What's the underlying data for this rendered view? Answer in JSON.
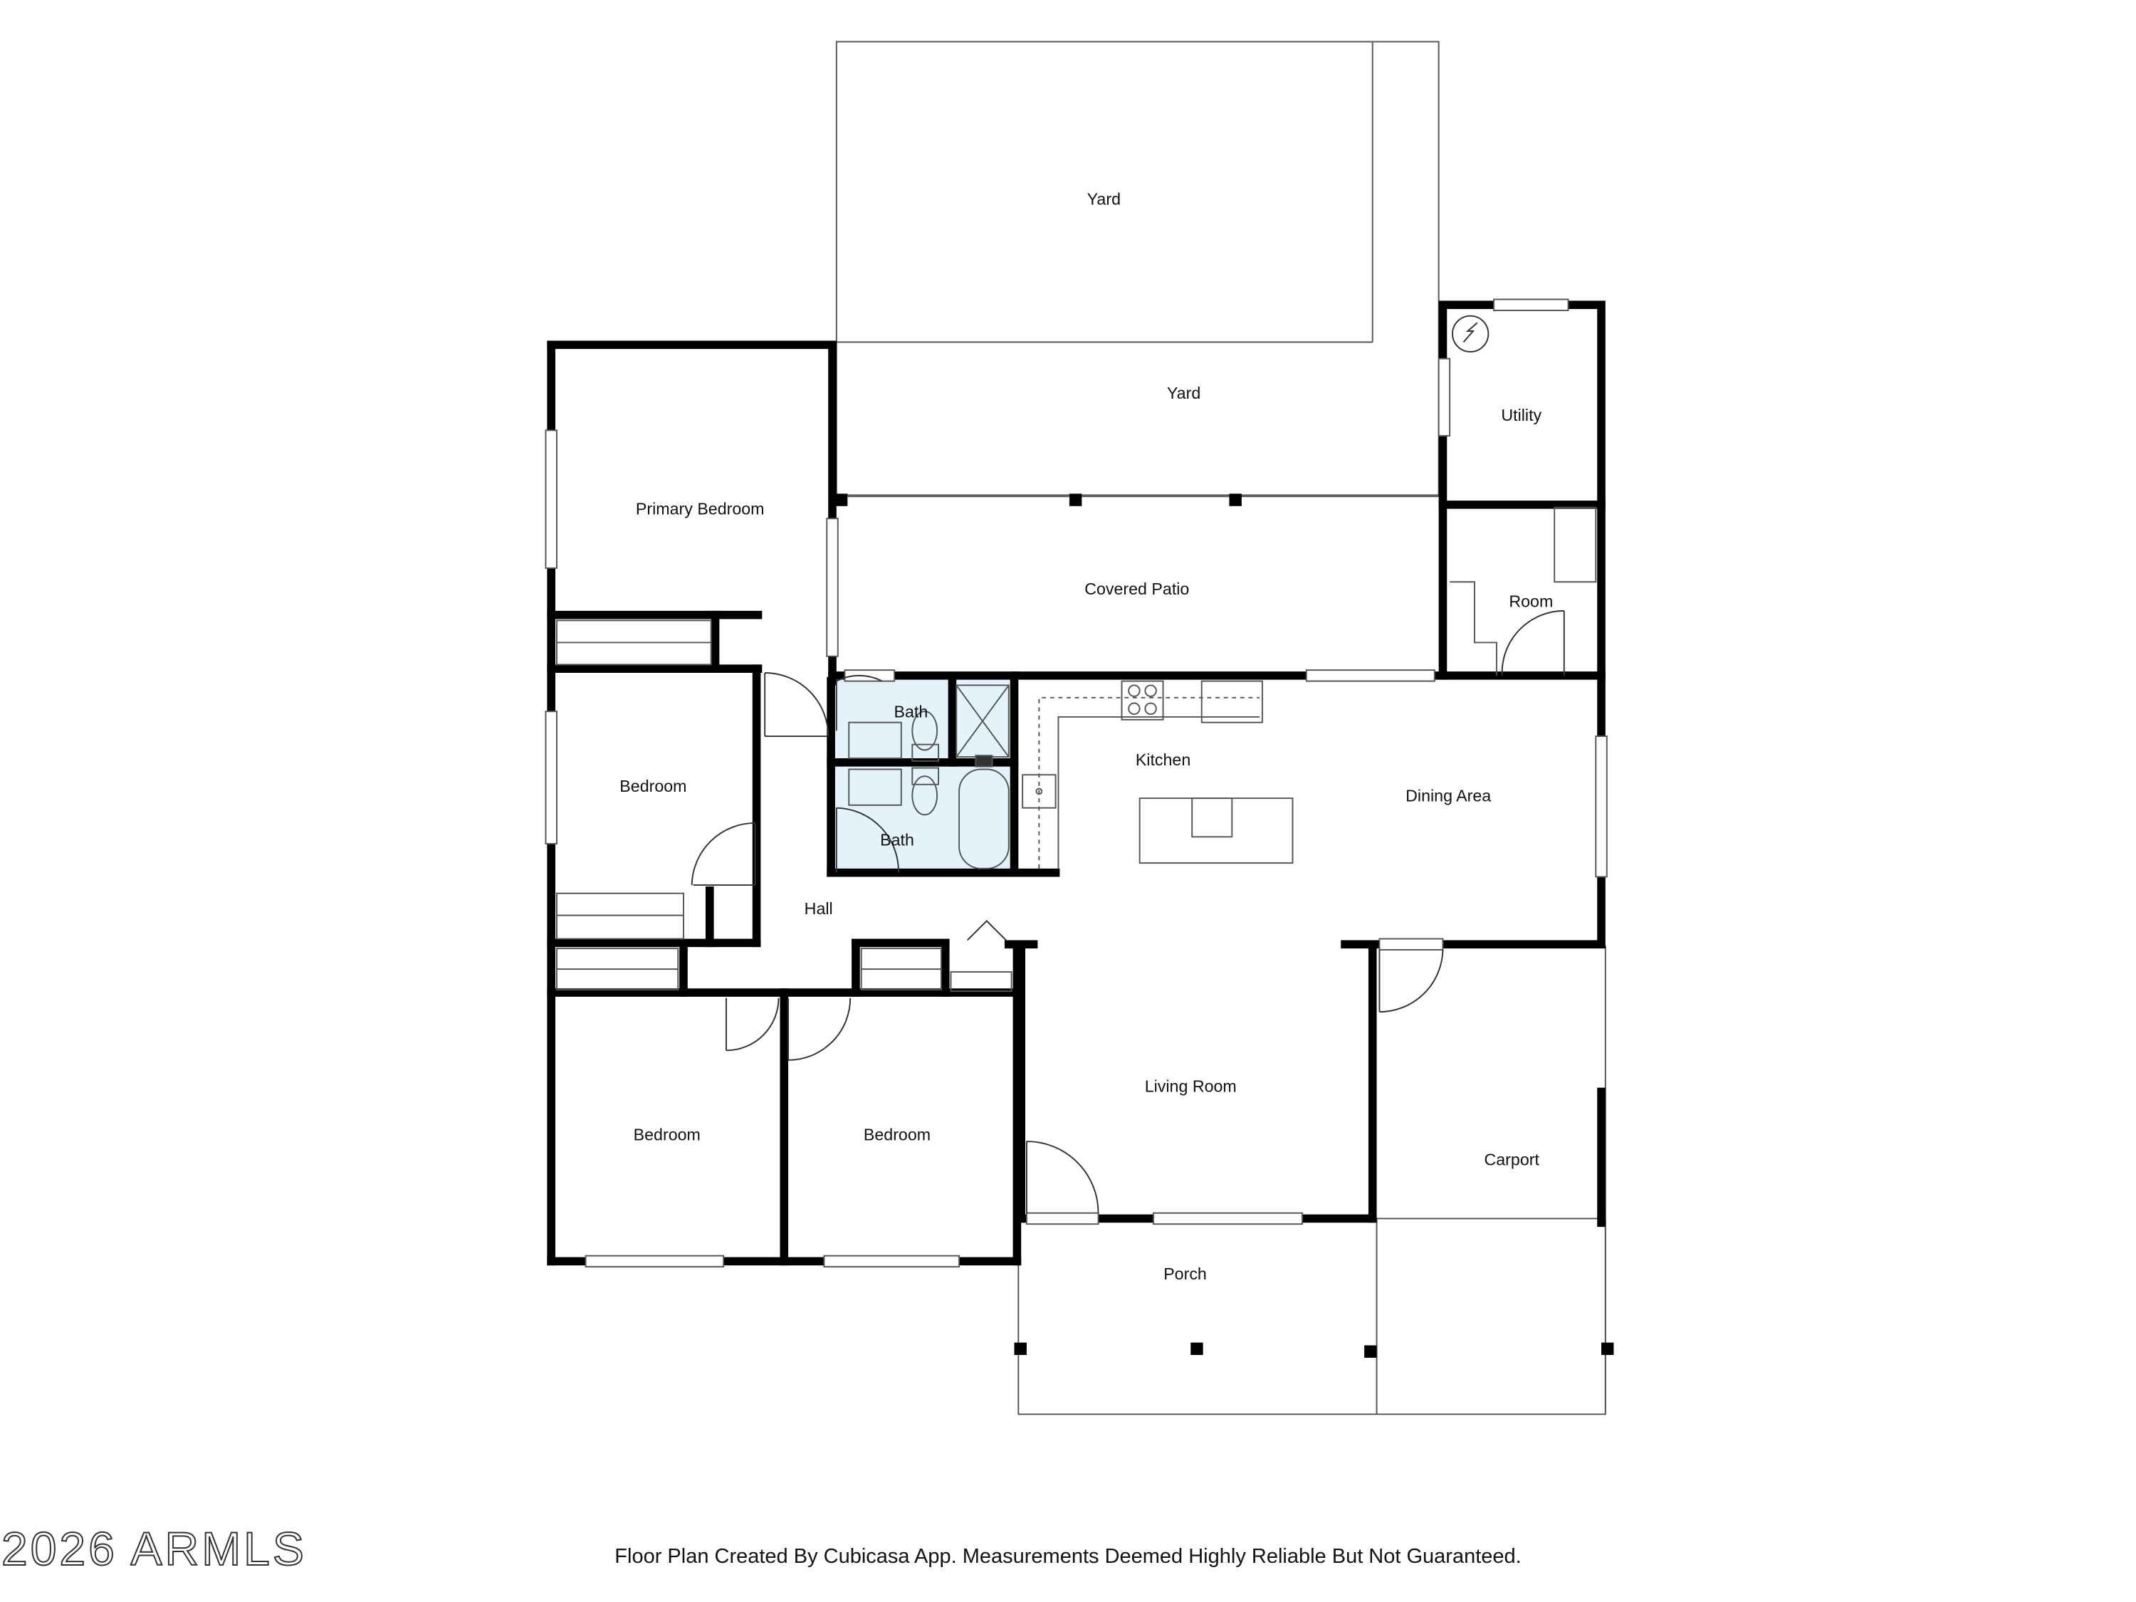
{
  "rooms": {
    "yard_upper": "Yard",
    "yard_lower": "Yard",
    "utility": "Utility",
    "primary_bedroom": "Primary Bedroom",
    "covered_patio": "Covered Patio",
    "room": "Room",
    "bath_upper": "Bath",
    "bath_lower": "Bath",
    "kitchen": "Kitchen",
    "bedroom_mid": "Bedroom",
    "dining_area": "Dining Area",
    "hall": "Hall",
    "living_room": "Living Room",
    "bedroom_left": "Bedroom",
    "bedroom_right": "Bedroom",
    "carport": "Carport",
    "porch": "Porch"
  },
  "footer": {
    "note": "Floor Plan Created By Cubicasa App. Measurements Deemed Highly Reliable But Not Guaranteed.",
    "watermark": "2026 ARMLS"
  },
  "colors": {
    "wall": "#000000",
    "bath_fill": "#e4f3fa",
    "line": "#555555"
  }
}
